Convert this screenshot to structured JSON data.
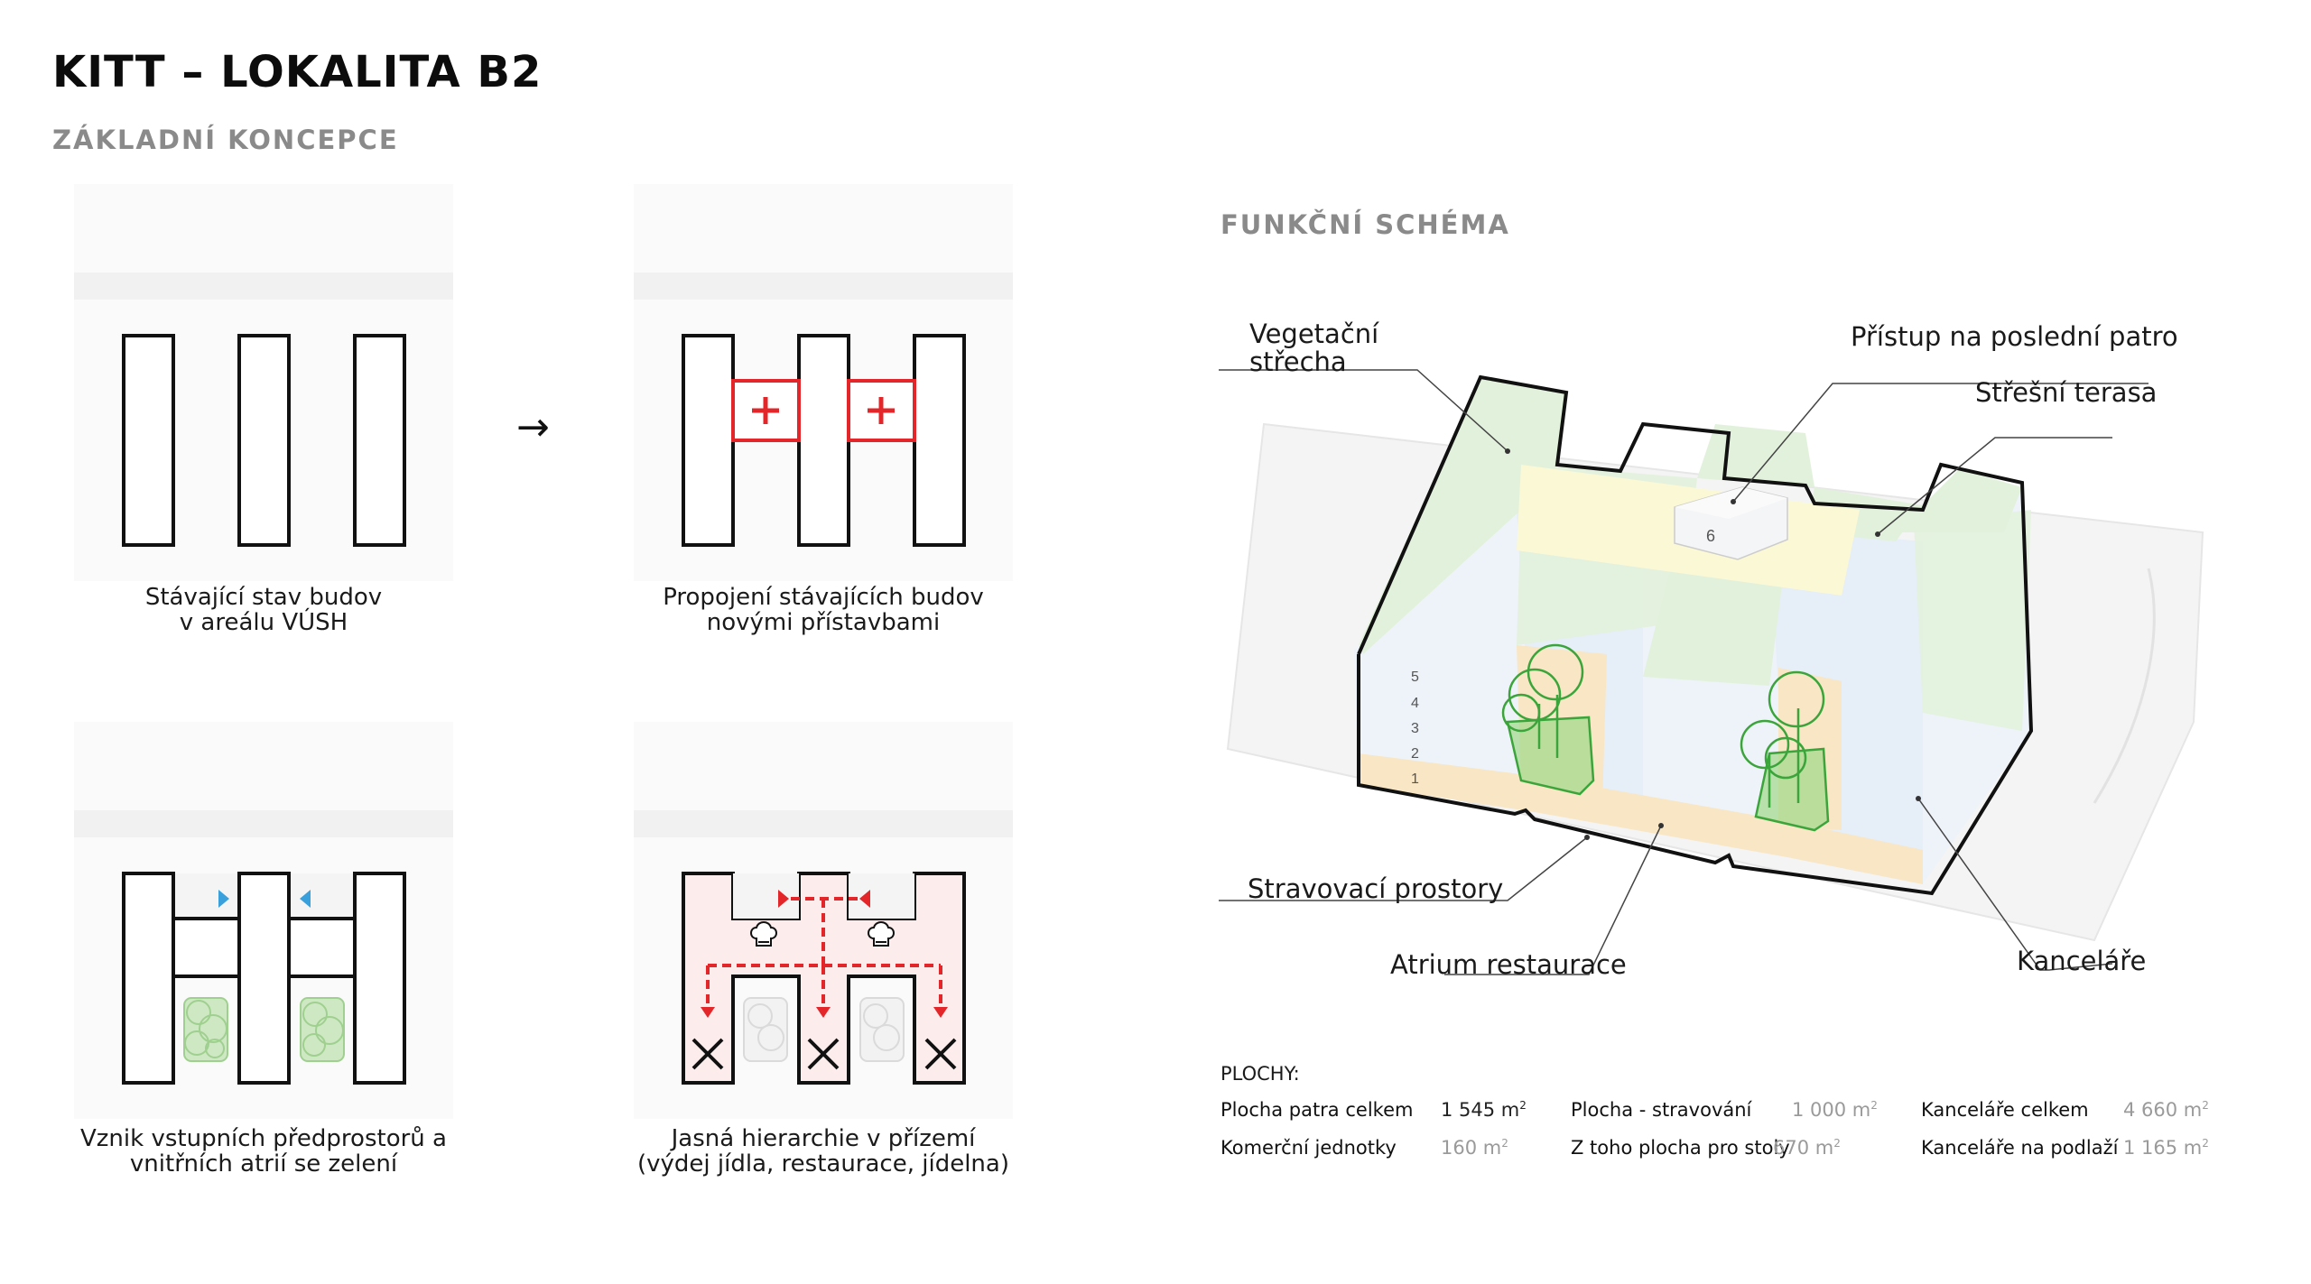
{
  "header": {
    "title": "KITT – LOKALITA B2",
    "subtitle": "ZÁKLADNÍ KONCEPCE"
  },
  "concept": {
    "arrow": "→",
    "panels": [
      {
        "caption_line1": "Stávající stav budov",
        "caption_line2": "v areálu VÚSH"
      },
      {
        "caption_line1": "Propojení stávajících budov",
        "caption_line2": "novými přístavbami"
      },
      {
        "caption_line1": "Vznik vstupních předprostorů a",
        "caption_line2": "vnitřních atrií se zelení"
      },
      {
        "caption_line1": "Jasná hierarchie v přízemí",
        "caption_line2": "(výdej jídla, restaurace, jídelna)"
      }
    ]
  },
  "schema": {
    "title": "FUNKČNÍ SCHÉMA",
    "labels": {
      "vegetacni_1": "Vegetační",
      "vegetacni_2": "střecha",
      "pristup": "Přístup na poslední patro",
      "stresni_terasa": "Střešní terasa",
      "stravovaci": "Stravovací prostory",
      "atrium": "Atrium restaurace",
      "kancelare": "Kanceláře"
    },
    "floor_numbers": [
      "5",
      "4",
      "3",
      "2",
      "1"
    ],
    "top_floor_number": "6",
    "colors": {
      "green_roof": "#e2f1dc",
      "terrace": "#fbf8d6",
      "dining": "#f8e6c4",
      "office": "#eef3f9",
      "accent_red": "#e3262a",
      "accent_blue": "#3aa0dc",
      "tree_green": "#3ba53b"
    }
  },
  "plochy": {
    "heading": "PLOCHY:",
    "rows": [
      [
        {
          "label": "Plocha patra celkem",
          "value": "1 545 m",
          "sup": "2",
          "dark": true
        },
        {
          "label": "Plocha - stravování",
          "value": "1 000 m",
          "sup": "2",
          "dark": false
        },
        {
          "label": "Kanceláře celkem",
          "value": "4 660 m",
          "sup": "2",
          "dark": false
        }
      ],
      [
        {
          "label": "Komerční jednotky",
          "value": "160 m",
          "sup": "2",
          "dark": false
        },
        {
          "label": "Z toho plocha pro stoly",
          "value": "670 m",
          "sup": "2",
          "dark": false
        },
        {
          "label": "Kanceláře na podlaží",
          "value": "1 165 m",
          "sup": "2",
          "dark": false
        }
      ]
    ]
  }
}
